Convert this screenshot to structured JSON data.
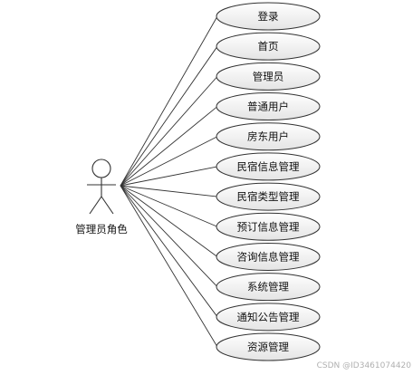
{
  "actor": {
    "label": "管理员角色"
  },
  "use_cases": [
    {
      "label": "登录"
    },
    {
      "label": "首页"
    },
    {
      "label": "管理员"
    },
    {
      "label": "普通用户"
    },
    {
      "label": "房东用户"
    },
    {
      "label": "民宿信息管理"
    },
    {
      "label": "民宿类型管理"
    },
    {
      "label": "预订信息管理"
    },
    {
      "label": "咨询信息管理"
    },
    {
      "label": "系统管理"
    },
    {
      "label": "通知公告管理"
    },
    {
      "label": "资源管理"
    }
  ],
  "watermark": "CSDN @ID3461074420",
  "colors": {
    "stroke": "#333333",
    "ellipse_fill_top": "#ffffff",
    "ellipse_fill_bottom": "#e6e6e6"
  }
}
